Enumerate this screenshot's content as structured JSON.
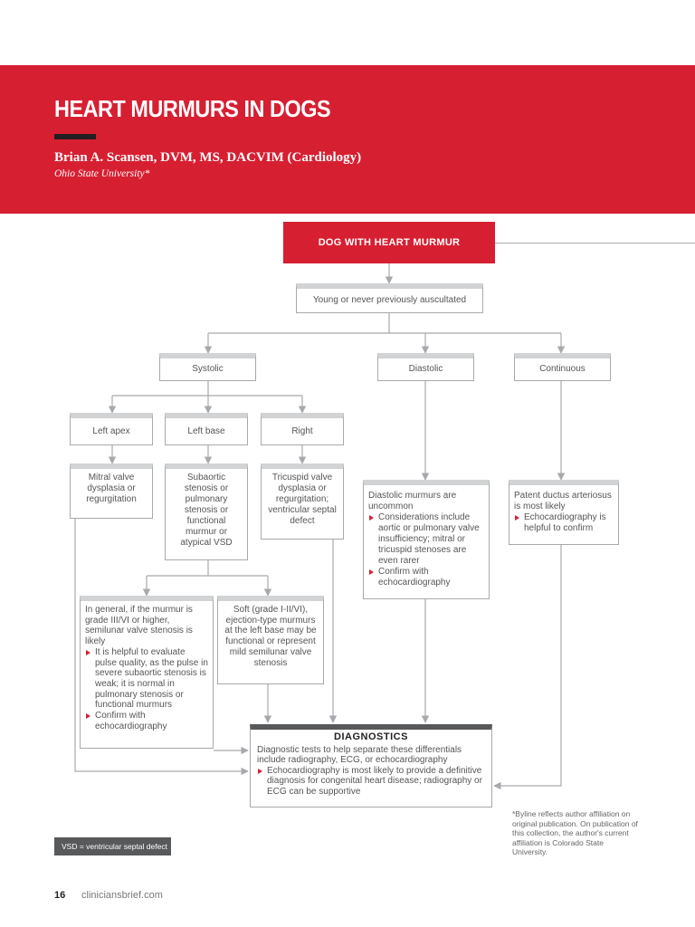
{
  "header": {
    "title": "HEART MURMURS IN DOGS",
    "author": "Brian A. Scansen, DVM, MS, DACVIM (Cardiology)",
    "affiliation": "Ohio State University*"
  },
  "flowchart": {
    "root": "DOG WITH HEART MURMUR",
    "history": "Young or never previously auscultated",
    "timing": {
      "systolic": "Systolic",
      "diastolic": "Diastolic",
      "continuous": "Continuous"
    },
    "location": {
      "left_apex": "Left apex",
      "left_base": "Left base",
      "right": "Right"
    },
    "causes": {
      "apex": "Mitral valve dysplasia or regurgitation",
      "base": "Subaortic stenosis or pulmonary stenosis or functional murmur or atypical VSD",
      "right": "Tricuspid valve dysplasia or regurgitation; ventricular septal defect",
      "diastolic_intro": "Diastolic murmurs are uncommon",
      "diastolic_bullets": [
        "Considerations include aortic or pulmonary valve insufficiency; mitral or tricuspid stenoses are even rarer",
        "Confirm with echocardiography"
      ],
      "continuous_intro": "Patent ductus arteriosus is most likely",
      "continuous_bullets": [
        "Echocardiography is helpful to confirm"
      ]
    },
    "grade": {
      "high_intro": "In general, if the murmur is grade III/VI or higher, semilunar valve stenosis is likely",
      "high_bullets": [
        "It is helpful to evaluate pulse quality, as the pulse in severe subaortic stenosis is weak; it is normal in pulmonary stenosis or functional murmurs",
        "Confirm with echocardiography"
      ],
      "soft": "Soft (grade I-II/VI), ejection-type murmurs at the left base may be functional or represent mild semilunar valve stenosis"
    },
    "diagnostics": {
      "title": "DIAGNOSTICS",
      "intro": "Diagnostic tests to help separate these differentials include radiography, ECG, or echocardiography",
      "bullets": [
        "Echocardiography is most likely to provide a definitive diagnosis for congenital heart disease; radiography or ECG can be supportive"
      ]
    }
  },
  "footnote": "*Byline reflects author affiliation on original publication. On publication of this collection, the author's current affiliation is Colorado State University.",
  "legend": "VSD = ventricular septal defect",
  "footer": {
    "page": "16",
    "site": "cliniciansbrief.com"
  },
  "colors": {
    "accent": "#d71f32",
    "connector": "#a7a9ac",
    "box_top": "#d1d3d4",
    "dark_bar": "#58595b"
  }
}
